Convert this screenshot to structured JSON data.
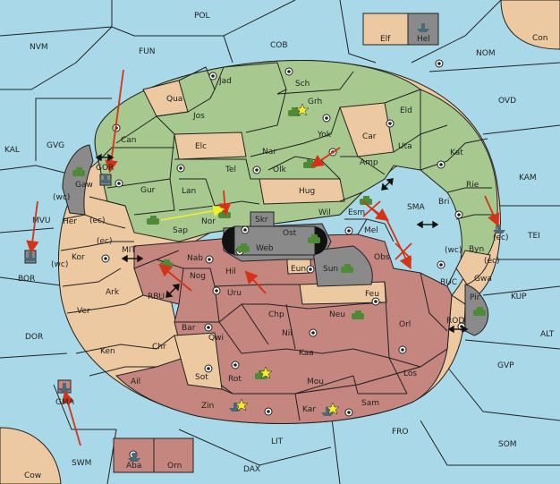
{
  "colors": {
    "sea": "#a9d9e8",
    "tan": "#ecc9a0",
    "green": "#a7c98f",
    "red": "#c4867e",
    "grey": "#8a8a8a",
    "order": "#d43318",
    "support": "#f2ef2a",
    "army": "#4f8a36"
  },
  "sea_labels": [
    "POL",
    "NVM",
    "FUN",
    "COB",
    "NOM",
    "Con",
    "OVD",
    "KAL",
    "GVG",
    "KAM",
    "MVU",
    "TEI",
    "BOR",
    "KUP",
    "ALT",
    "DOR",
    "GVP",
    "FRO",
    "SOM",
    "LIT",
    "SWM",
    "DAX",
    "Cow",
    "MIT",
    "RBU",
    "SMA",
    "BUC",
    "ROD"
  ],
  "land_labels": [
    "Elf",
    "Hel",
    "Jad",
    "Sch",
    "Qua",
    "Grh",
    "Jos",
    "Eld",
    "Can",
    "Yok",
    "Car",
    "Elc",
    "Nar",
    "Uta",
    "Gaw",
    "GOR",
    "Tel",
    "Olk",
    "Amp",
    "Kat",
    "Gur",
    "Lan",
    "Hug",
    "Bri",
    "Rie",
    "Her",
    "Sap",
    "Nor",
    "Skr",
    "Ost",
    "Wil",
    "Esm",
    "Kor",
    "Web",
    "Mel",
    "Byn",
    "Nab",
    "Eun",
    "Obs",
    "Nog",
    "Sun",
    "Gwa",
    "Hil",
    "Uru",
    "Feu",
    "Pir",
    "Ark",
    "Ver",
    "Chp",
    "Neu",
    "Orl",
    "Bar",
    "Qwi",
    "Nil",
    "Ken",
    "Chr",
    "Kaa",
    "Ail",
    "Rot",
    "Los",
    "Sot",
    "Mou",
    "Zin",
    "Kar",
    "Sam",
    "GMA",
    "Aba",
    "Orn"
  ],
  "coast_labels": [
    "(wc)",
    "(ec)",
    "(ec)",
    "(wc)",
    "(ec)",
    "(wc)",
    "(ec)"
  ]
}
